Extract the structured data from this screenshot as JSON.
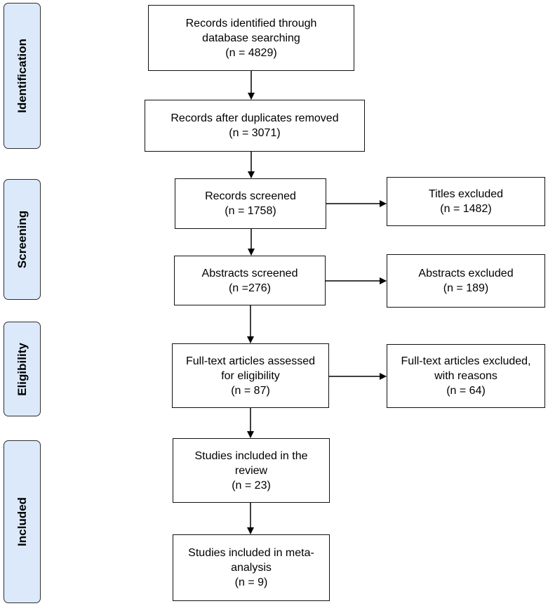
{
  "phases": {
    "identification": "Identification",
    "screening": "Screening",
    "eligibility": "Eligibility",
    "included": "Included"
  },
  "boxes": {
    "identified": {
      "line1": "Records identified through",
      "line2": "database searching",
      "line3": "(n = 4829)"
    },
    "after_duplicates": {
      "line1": "Records after duplicates removed",
      "line2": "(n = 3071)"
    },
    "screened": {
      "line1": "Records screened",
      "line2": "(n = 1758)"
    },
    "titles_excluded": {
      "line1": "Titles excluded",
      "line2": "(n = 1482)"
    },
    "abstracts_screened": {
      "line1": "Abstracts screened",
      "line2": "(n =276)"
    },
    "abstracts_excluded": {
      "line1": "Abstracts excluded",
      "line2": "(n = 189)"
    },
    "fulltext_assessed": {
      "line1": "Full-text articles assessed",
      "line2": "for eligibility",
      "line3": "(n = 87)"
    },
    "fulltext_excluded": {
      "line1": "Full-text articles excluded,",
      "line2": "with reasons",
      "line3": "(n = 64)"
    },
    "included_review": {
      "line1": "Studies included in the",
      "line2": "review",
      "line3": "(n = 23)"
    },
    "included_meta": {
      "line1": "Studies included in meta-",
      "line2": "analysis",
      "line3": "(n = 9)"
    }
  }
}
